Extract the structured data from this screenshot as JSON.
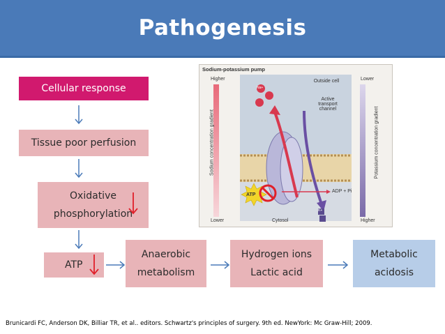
{
  "title": "Pathogenesis",
  "flow": {
    "cellular_response": "Cellular response",
    "tissue_poor_perfusion": "Tissue poor perfusion",
    "oxidative_line1": "Oxidative",
    "oxidative_line2": "phosphorylation",
    "atp": "ATP",
    "anaerobic_line1": "Anaerobic",
    "anaerobic_line2": "metabolism",
    "hydrogen_line1": "Hydrogen ions",
    "hydrogen_line2": "Lactic acid",
    "metabolic_line1": "Metabolic",
    "metabolic_line2": "acidosis"
  },
  "figure": {
    "title": "Sodium-potassium pump",
    "left_top": "Higher",
    "left_bottom": "Lower",
    "left_axis": "Sodium concentration gradient",
    "right_top": "Lower",
    "right_bottom": "Higher",
    "right_axis": "Potassium concentration gradient",
    "outside": "Outside cell",
    "channel": "Active transport channel",
    "atp": "ATP",
    "adp": "ADP + Pi",
    "cytosol": "Cytosol",
    "na": "Na+",
    "k": "K+"
  },
  "citation": "Brunicardi FC, Anderson DK, Billiar TR, et al.. editors. Schwartz's principles of surgery. 9th ed. NewYork: Mc Graw-Hill; 2009.",
  "colors": {
    "header": "#4a7ab8",
    "pink_box": "#e8b4b8",
    "magenta_box": "#d1196e",
    "blue_box": "#b7cde8",
    "arrow_blue": "#4a7ab8",
    "arrow_red": "#e0202a"
  }
}
